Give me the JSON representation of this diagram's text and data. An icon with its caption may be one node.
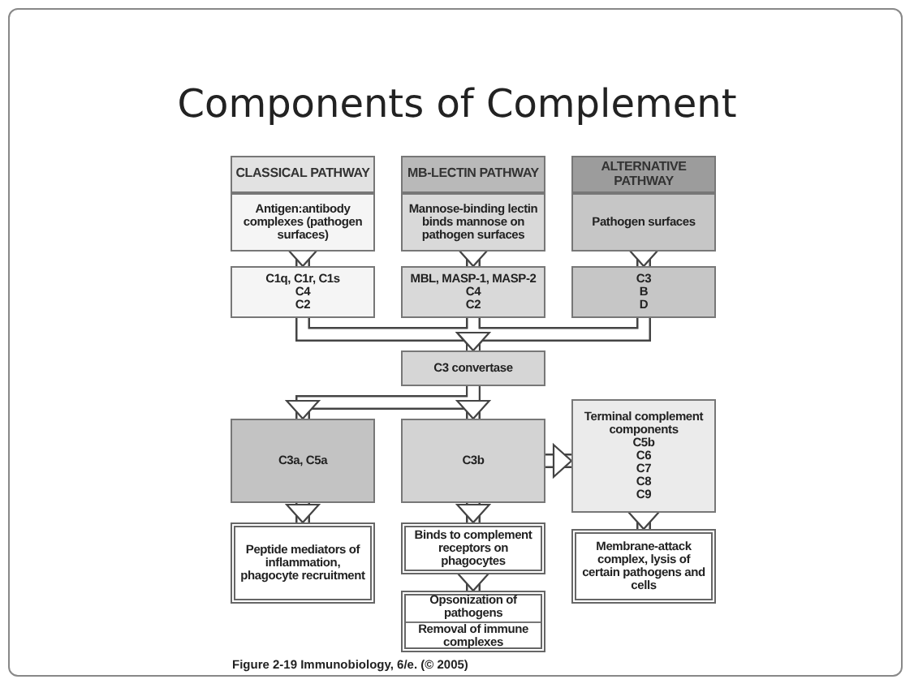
{
  "diagram": {
    "title": "Components of Complement",
    "caption": "Figure 2-19 Immunobiology, 6/e. (© 2005)",
    "nodes": [
      {
        "text": [
          "CLASSICAL PATHWAY"
        ]
      },
      {
        "text": [
          "MB-LECTIN PATHWAY"
        ]
      },
      {
        "text": [
          "ALTERNATIVE PATHWAY"
        ]
      },
      {
        "text": [
          "Antigen:antibody complexes (pathogen surfaces)"
        ]
      },
      {
        "text": [
          "Mannose-binding lectin binds mannose on pathogen surfaces"
        ]
      },
      {
        "text": [
          "Pathogen surfaces"
        ]
      },
      {
        "text": [
          "C1q, C1r, C1s",
          "C4",
          "C2"
        ]
      },
      {
        "text": [
          "MBL, MASP-1, MASP-2",
          "C4",
          "C2"
        ]
      },
      {
        "text": [
          "C3",
          "B",
          "D"
        ]
      },
      {
        "text": [
          "C3 convertase"
        ]
      },
      {
        "text": [
          "C3a, C5a"
        ]
      },
      {
        "text": [
          "C3b"
        ]
      },
      {
        "text": [
          "Terminal complement components",
          "C5b",
          "C6",
          "C7",
          "C8",
          "C9"
        ]
      },
      {
        "text": [
          "Peptide mediators of inflammation, phagocyte recruitment"
        ]
      },
      {
        "text": [
          "Binds to complement receptors on phagocytes"
        ]
      },
      {
        "text": [
          "Opsonization of pathogens",
          "Removal of immune complexes"
        ]
      },
      {
        "text": [
          "Membrane-attack complex, lysis of certain pathogens and cells"
        ]
      }
    ],
    "edges": [
      {
        "from": 3,
        "to": 6,
        "arrow": "to"
      },
      {
        "from": 4,
        "to": 7,
        "arrow": "to"
      },
      {
        "from": 5,
        "to": 8,
        "arrow": "to"
      },
      {
        "from": 6,
        "to": 9,
        "arrow": "to"
      },
      {
        "from": 7,
        "to": 9,
        "arrow": "to"
      },
      {
        "from": 8,
        "to": 9,
        "arrow": "to"
      },
      {
        "from": 9,
        "to": 10,
        "arrow": "to"
      },
      {
        "from": 9,
        "to": 11,
        "arrow": "to"
      },
      {
        "from": 11,
        "to": 12,
        "arrow": "to"
      },
      {
        "from": 10,
        "to": 13,
        "arrow": "to"
      },
      {
        "from": 11,
        "to": 14,
        "arrow": "to"
      },
      {
        "from": 12,
        "to": 16,
        "arrow": "to"
      },
      {
        "from": 14,
        "to": 15,
        "arrow": "to"
      }
    ]
  }
}
